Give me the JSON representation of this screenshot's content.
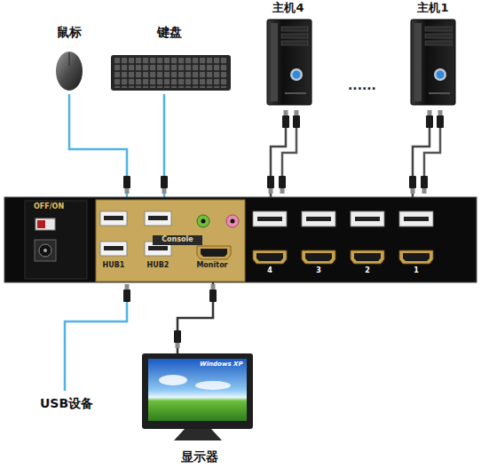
{
  "diagram": {
    "nodes": [
      {
        "text": [
          "鼠标"
        ]
      },
      {
        "text": [
          "键盘"
        ]
      },
      {
        "text": [
          "主机4"
        ]
      },
      {
        "text": [
          "主机1"
        ]
      },
      {
        "text": [
          "OFF/ON",
          "Console",
          "HUB1",
          "HUB2",
          "Monitor",
          "4",
          "3",
          "2",
          "1"
        ]
      },
      {
        "text": [
          "Windows XP",
          "显示器"
        ]
      }
    ],
    "edges": [
      {
        "from": 0,
        "to": 4,
        "arrow": "none"
      },
      {
        "from": 1,
        "to": 4,
        "arrow": "none"
      },
      {
        "from": 2,
        "to": 4,
        "arrow": "none"
      },
      {
        "from": 3,
        "to": 4,
        "arrow": "none"
      },
      {
        "from": 4,
        "to": 5,
        "arrow": "none"
      }
    ],
    "labels": [
      "......",
      "USB设备"
    ]
  }
}
